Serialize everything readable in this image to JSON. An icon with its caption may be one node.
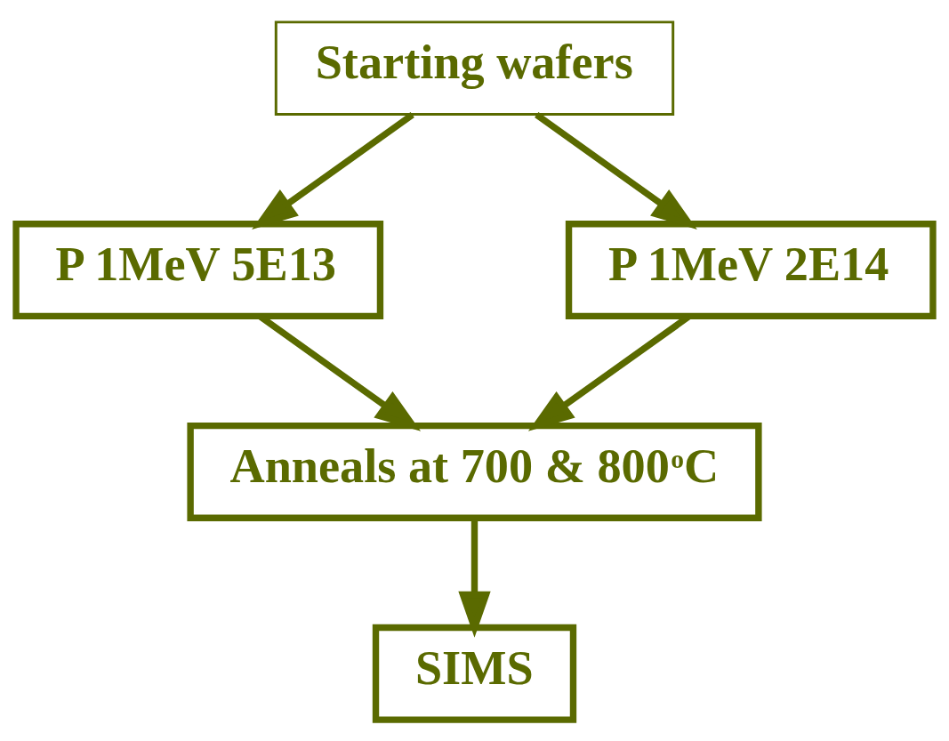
{
  "diagram": {
    "nodes": [
      {
        "text": [
          "Starting wafers"
        ]
      },
      {
        "text": [
          "P 1MeV 5E13"
        ]
      },
      {
        "text": [
          "P 1MeV 2E14"
        ]
      },
      {
        "text": [
          "Anneals at 700 & 800$^{o}$C"
        ]
      },
      {
        "text": [
          "SIMS"
        ]
      }
    ],
    "edges": [
      {
        "from": 0,
        "to": 1,
        "arrow": "to"
      },
      {
        "from": 0,
        "to": 2,
        "arrow": "to"
      },
      {
        "from": 1,
        "to": 3,
        "arrow": "to"
      },
      {
        "from": 2,
        "to": 3,
        "arrow": "to"
      },
      {
        "from": 3,
        "to": 4,
        "arrow": "to"
      }
    ]
  }
}
